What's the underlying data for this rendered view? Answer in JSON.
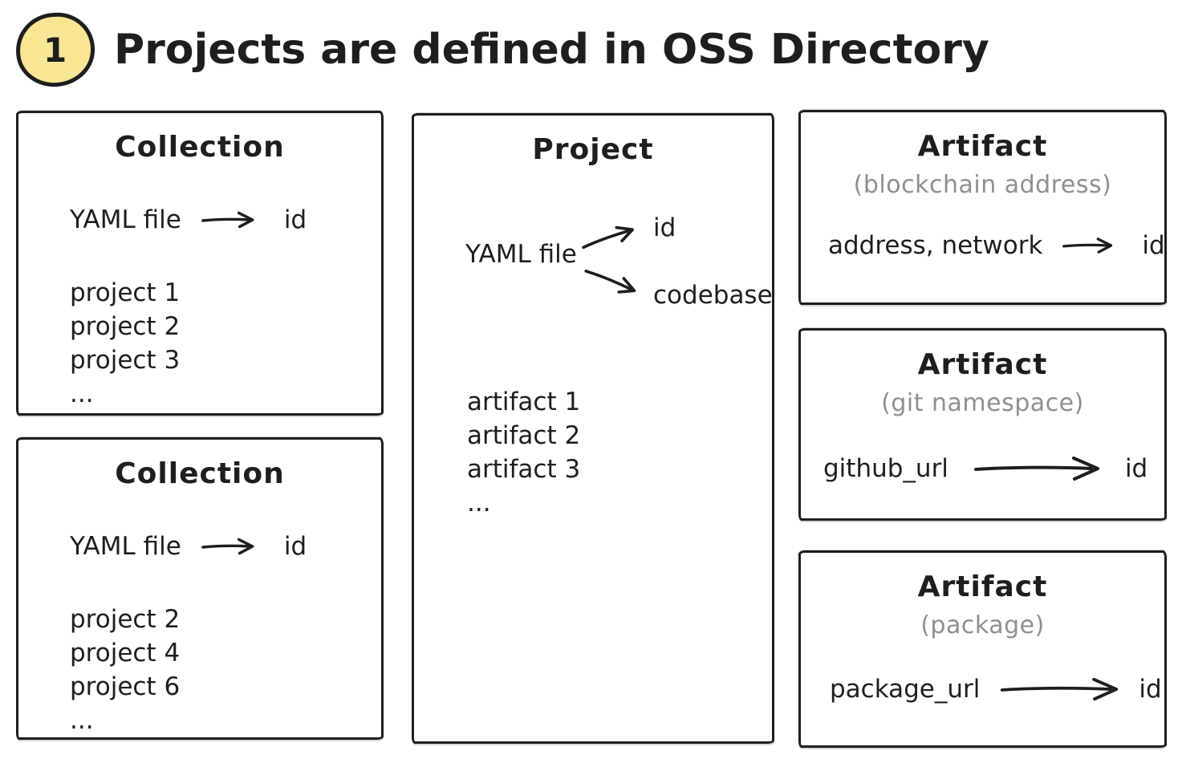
{
  "header": {
    "step_number": "1",
    "title": "Projects are defined in OSS Directory"
  },
  "colors": {
    "ink": "#1e1e1e",
    "muted": "#8f8f8f",
    "badge_fill": "#f8e694",
    "background": "#ffffff"
  },
  "boxes": {
    "collection1": {
      "title": "Collection",
      "mapping": {
        "source": "YAML file",
        "target": "id"
      },
      "items": [
        "project 1",
        "project 2",
        "project 3",
        "..."
      ]
    },
    "collection2": {
      "title": "Collection",
      "mapping": {
        "source": "YAML file",
        "target": "id"
      },
      "items": [
        "project 2",
        "project 4",
        "project 6",
        "..."
      ]
    },
    "project": {
      "title": "Project",
      "source": "YAML file",
      "targets": [
        "id",
        "codebase"
      ],
      "items": [
        "artifact 1",
        "artifact 2",
        "artifact 3",
        "..."
      ]
    },
    "artifact_blockchain": {
      "title": "Artifact",
      "subtitle": "(blockchain address)",
      "mapping": {
        "source": "address, network",
        "target": "id"
      }
    },
    "artifact_git": {
      "title": "Artifact",
      "subtitle": "(git namespace)",
      "mapping": {
        "source": "github_url",
        "target": "id"
      }
    },
    "artifact_package": {
      "title": "Artifact",
      "subtitle": "(package)",
      "mapping": {
        "source": "package_url",
        "target": "id"
      }
    }
  }
}
